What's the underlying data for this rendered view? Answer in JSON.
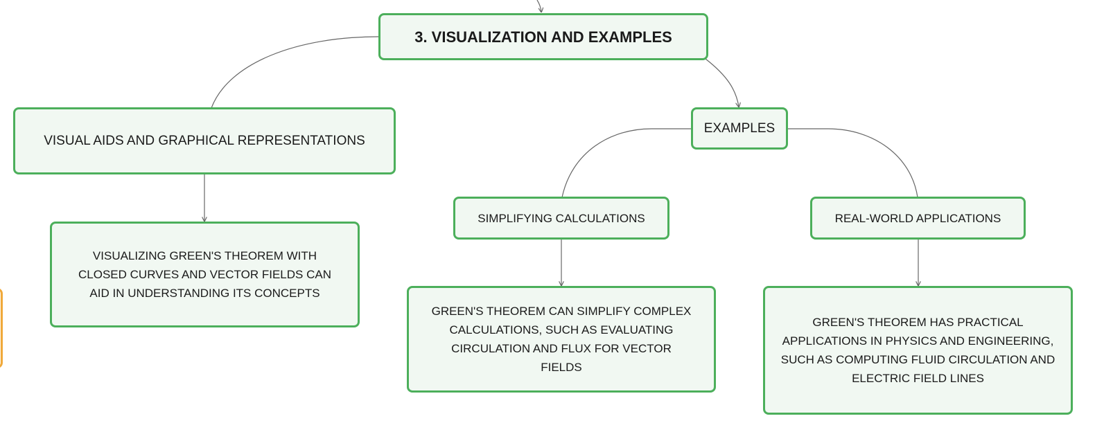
{
  "diagram": {
    "root": {
      "label": "3. VISUALIZATION AND EXAMPLES"
    },
    "visual_aids": {
      "label": "VISUAL AIDS AND GRAPHICAL REPRESENTATIONS"
    },
    "visual_aids_detail": {
      "label": "VISUALIZING GREEN'S THEOREM WITH CLOSED CURVES AND VECTOR FIELDS CAN AID IN UNDERSTANDING ITS CONCEPTS"
    },
    "examples": {
      "label": "EXAMPLES"
    },
    "simplifying": {
      "label": "SIMPLIFYING CALCULATIONS"
    },
    "simplifying_detail": {
      "label": "GREEN'S THEOREM CAN SIMPLIFY COMPLEX CALCULATIONS, SUCH AS EVALUATING CIRCULATION AND FLUX FOR VECTOR FIELDS"
    },
    "real_world": {
      "label": "REAL-WORLD APPLICATIONS"
    },
    "real_world_detail": {
      "label": "GREEN'S THEOREM HAS PRACTICAL APPLICATIONS IN PHYSICS AND ENGINEERING, SUCH AS COMPUTING FLUID CIRCULATION AND ELECTRIC FIELD LINES"
    }
  },
  "colors": {
    "node_border": "#4caf5b",
    "node_fill": "#f1f8f2",
    "edge": "#666666",
    "side_node_border": "#f0a93a"
  }
}
